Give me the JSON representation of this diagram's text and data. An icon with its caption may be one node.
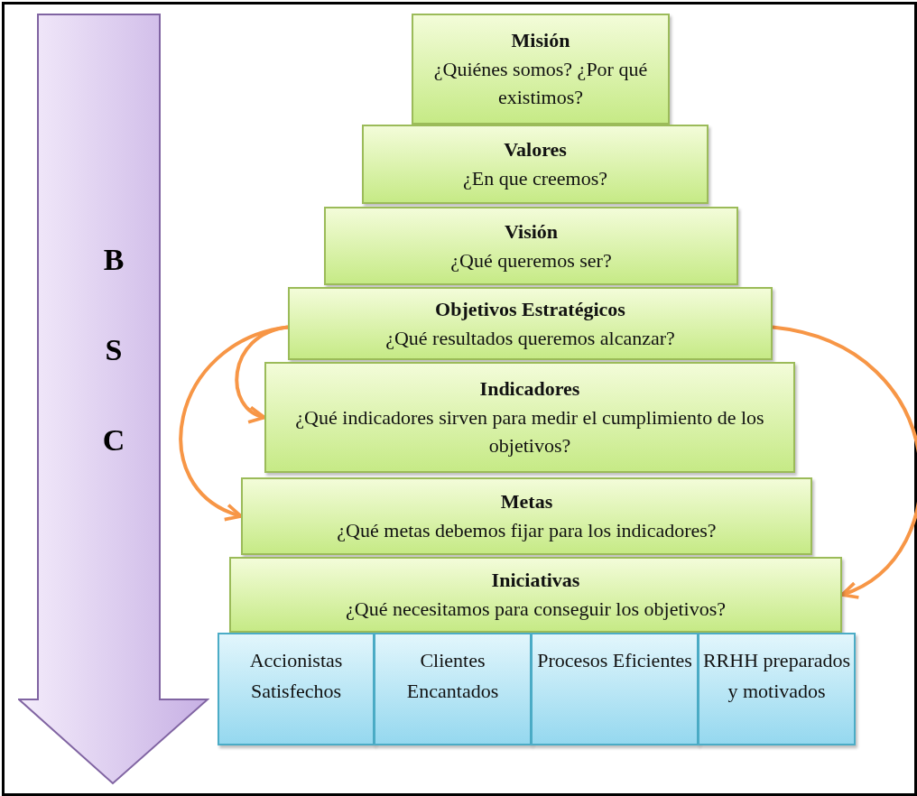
{
  "diagram": {
    "nodes": [
      {
        "text": [
          "B S C"
        ]
      },
      {
        "text": [
          "Misión",
          "¿Quiénes somos? ¿Por qué existimos?"
        ]
      },
      {
        "text": [
          "Valores",
          "¿En que creemos?"
        ]
      },
      {
        "text": [
          "Visión",
          "¿Qué queremos ser?"
        ]
      },
      {
        "text": [
          "Objetivos Estratégicos",
          "¿Qué resultados queremos alcanzar?"
        ]
      },
      {
        "text": [
          "Indicadores",
          "¿Qué indicadores sirven para medir el cumplimiento de los objetivos?"
        ]
      },
      {
        "text": [
          "Metas",
          "¿Qué metas debemos fijar para los indicadores?"
        ]
      },
      {
        "text": [
          "Iniciativas",
          "¿Qué necesitamos para conseguir los objetivos?"
        ]
      },
      {
        "text": [
          "Accionistas Satisfechos"
        ]
      },
      {
        "text": [
          "Clientes Encantados"
        ]
      },
      {
        "text": [
          "Procesos Eficientes"
        ]
      },
      {
        "text": [
          "RRHH preparados y motivados"
        ]
      }
    ],
    "edges": [
      {
        "from": 4,
        "to": 5,
        "arrow": "to"
      },
      {
        "from": 4,
        "to": 6,
        "arrow": "to"
      },
      {
        "from": 4,
        "to": 7,
        "arrow": "to"
      }
    ]
  }
}
